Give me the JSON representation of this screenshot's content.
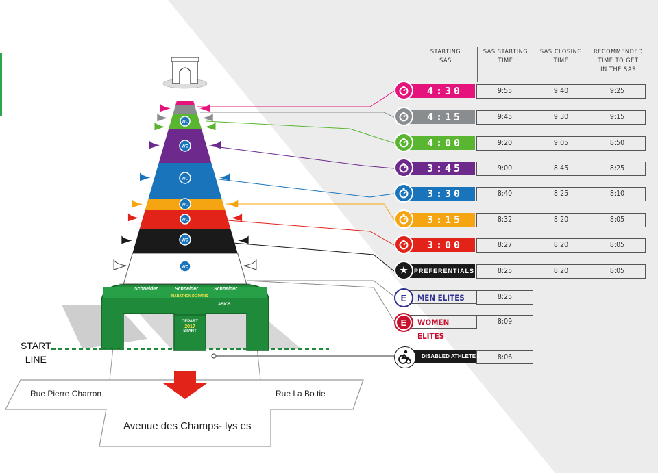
{
  "headers": {
    "starting_sas": [
      "STARTING",
      "SAS"
    ],
    "sas_starting_time": [
      "SAS STARTING",
      "TIME"
    ],
    "sas_closing_time": [
      "SAS CLOSING",
      "TIME"
    ],
    "recommended": [
      "RECOMMENDED",
      "TIME TO GET",
      "IN THE SAS"
    ]
  },
  "sas_rows": [
    {
      "label": "4:30",
      "color": "#e5147d",
      "start": "9:55",
      "close": "9:40",
      "recommended": "9:25",
      "icon": "stopwatch-icon"
    },
    {
      "label": "4:15",
      "color": "#8a8d90",
      "start": "9:45",
      "close": "9:30",
      "recommended": "9:15",
      "icon": "stopwatch-icon"
    },
    {
      "label": "4:00",
      "color": "#5ab531",
      "start": "9:20",
      "close": "9:05",
      "recommended": "8:50",
      "icon": "stopwatch-icon"
    },
    {
      "label": "3:45",
      "color": "#6d2a8c",
      "start": "9:00",
      "close": "8:45",
      "recommended": "8:25",
      "icon": "stopwatch-icon"
    },
    {
      "label": "3:30",
      "color": "#1a74bb",
      "start": "8:40",
      "close": "8:25",
      "recommended": "8:10",
      "icon": "stopwatch-icon"
    },
    {
      "label": "3:15",
      "color": "#f5a511",
      "start": "8:32",
      "close": "8:20",
      "recommended": "8:05",
      "icon": "stopwatch-icon"
    },
    {
      "label": "3:00",
      "color": "#e2231a",
      "start": "8:27",
      "close": "8:20",
      "recommended": "8:05",
      "icon": "stopwatch-icon"
    },
    {
      "label": "PREFERENTIALS",
      "color": "#1a1a1a",
      "start": "8:25",
      "close": "8:20",
      "recommended": "8:05",
      "icon": "star-icon"
    }
  ],
  "elites": [
    {
      "badge": "E",
      "label": "MEN ELITES",
      "time": "8:25",
      "color": "#2e2f8f"
    },
    {
      "badge": "E",
      "label": "WOMEN ELITES",
      "time": "8:09",
      "color": "#c8102e"
    }
  ],
  "disabled": {
    "label": "DISABLED ATHLETES",
    "time": "8:06",
    "icon": "wheelchair-icon",
    "color": "#1a1a1a"
  },
  "wc_label": "WC",
  "start_line": [
    "START",
    "LINE"
  ],
  "streets": {
    "left": "Rue Pierre Charron",
    "right": "Rue La Bo  tie",
    "main": "Avenue des Champs-  lys  es"
  },
  "arch": {
    "brand": "Schneider",
    "event": "MARATHON DE PARIS",
    "sponsor": "ASICS",
    "center": [
      "DÉPART",
      "2017",
      "START"
    ]
  }
}
